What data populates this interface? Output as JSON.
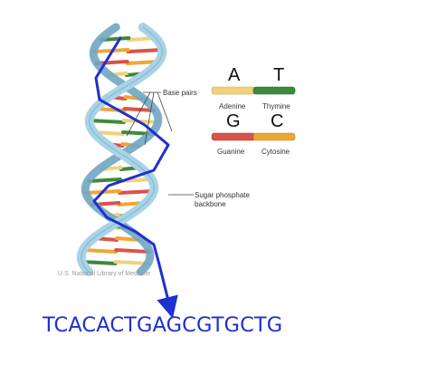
{
  "diagram": {
    "callouts": {
      "base_pairs": "Base pairs",
      "backbone_line1": "Sugar phosphate",
      "backbone_line2": "backbone"
    },
    "legend": {
      "pairs": [
        {
          "left_letter": "A",
          "right_letter": "T",
          "left_name": "Adenine",
          "right_name": "Thymine",
          "left_color": "#f1d27a",
          "right_color": "#3c8a3c"
        },
        {
          "left_letter": "G",
          "right_letter": "C",
          "left_name": "Guanine",
          "right_name": "Cytosine",
          "left_color": "#d9534a",
          "right_color": "#f0a636"
        }
      ]
    },
    "credit": "U.S. National Library of Medicine",
    "sequence": "TCACACTGAGCGTGCTG",
    "colors": {
      "backbone": "#a9d3e6",
      "backbone_edge": "#6fa6c2",
      "tracing": "#1f2fd0",
      "adenine": "#f1d27a",
      "thymine": "#3c8a3c",
      "guanine": "#d9534a",
      "cytosine": "#f0a636"
    }
  }
}
